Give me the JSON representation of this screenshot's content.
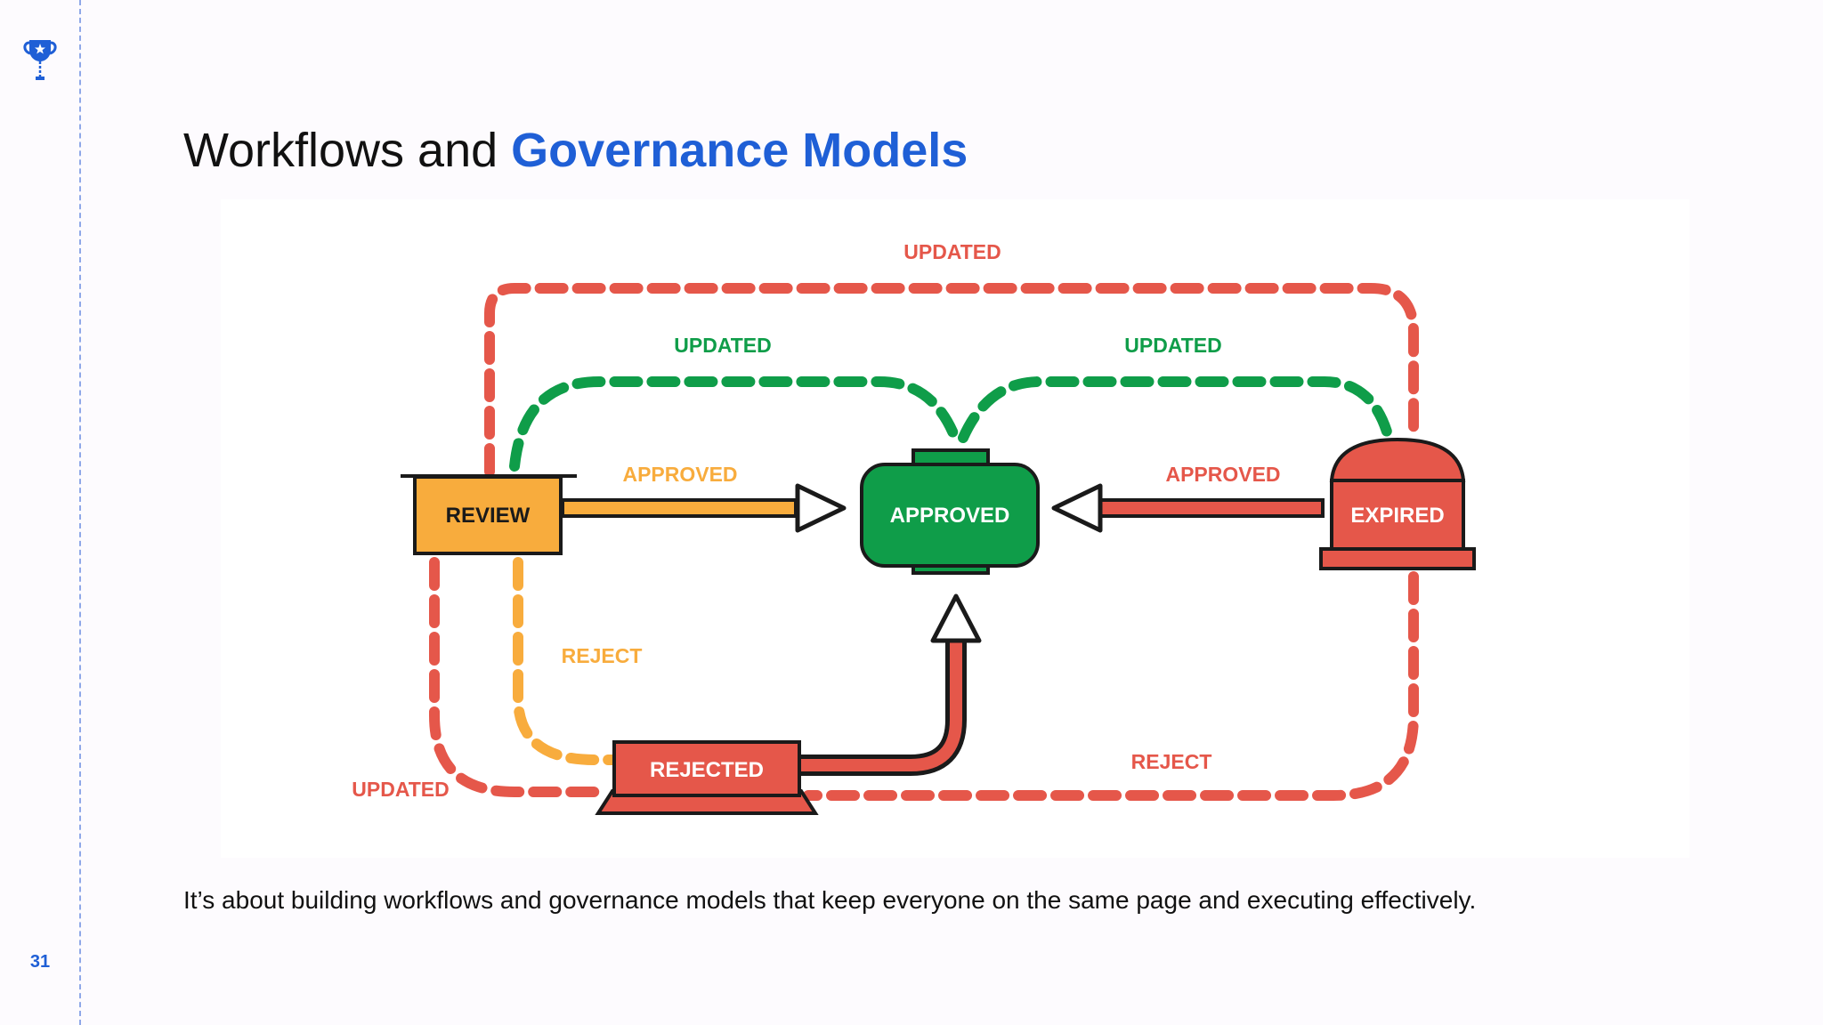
{
  "slide": {
    "page_number": "31",
    "title_plain": "Workflows and ",
    "title_accent": "Governance Models",
    "caption": "It’s about building workflows and governance models that keep everyone on the same page and executing effectively.",
    "icon": "trophy-icon",
    "accent_color": "#1f5fd6"
  },
  "diagram": {
    "nodes": {
      "review": "REVIEW",
      "approved": "APPROVED",
      "expired": "EXPIRED",
      "rejected": "REJECTED"
    },
    "edge_labels": {
      "updated_top": "UPDATED",
      "updated_green_left": "UPDATED",
      "updated_green_right": "UPDATED",
      "approved_left": "APPROVED",
      "approved_right": "APPROVED",
      "reject_left": "REJECT",
      "reject_right": "REJECT",
      "updated_bottom": "UPDATED"
    },
    "colors": {
      "red": "#e5574a",
      "green": "#0f9d49",
      "orange": "#f8ac3d",
      "outline": "#1a1a1a"
    }
  }
}
